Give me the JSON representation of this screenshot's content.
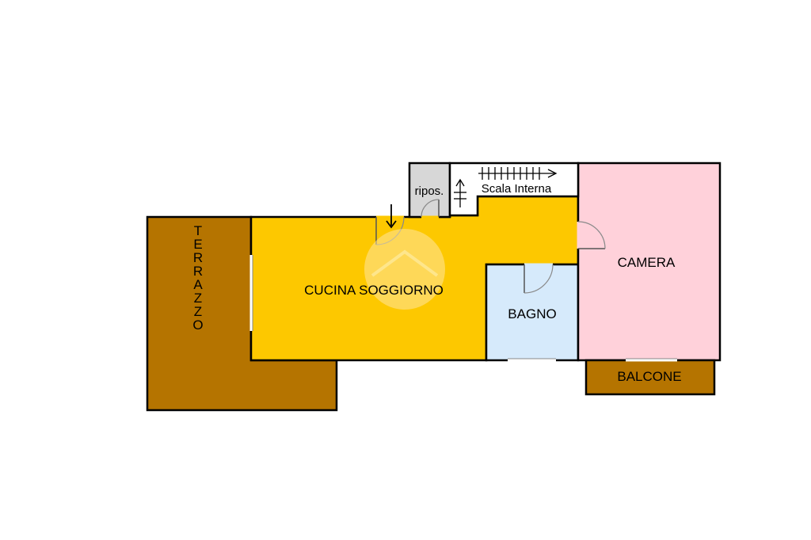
{
  "rooms": {
    "cucina_soggiorno": "CUCINA SOGGIORNO",
    "camera": "CAMERA",
    "bagno": "BAGNO",
    "balcone": "BALCONE",
    "terrazzo": "TERRAZZO",
    "ripostiglio": "ripos.",
    "scala": "Scala Interna"
  },
  "colors": {
    "living": "#fdc800",
    "bedroom": "#ffd1da",
    "bathroom": "#d6eafb",
    "outdoor": "#b57400",
    "storage": "#d7d7d7",
    "stairs": "#ffffff",
    "watermark": "#ffe6a0"
  }
}
